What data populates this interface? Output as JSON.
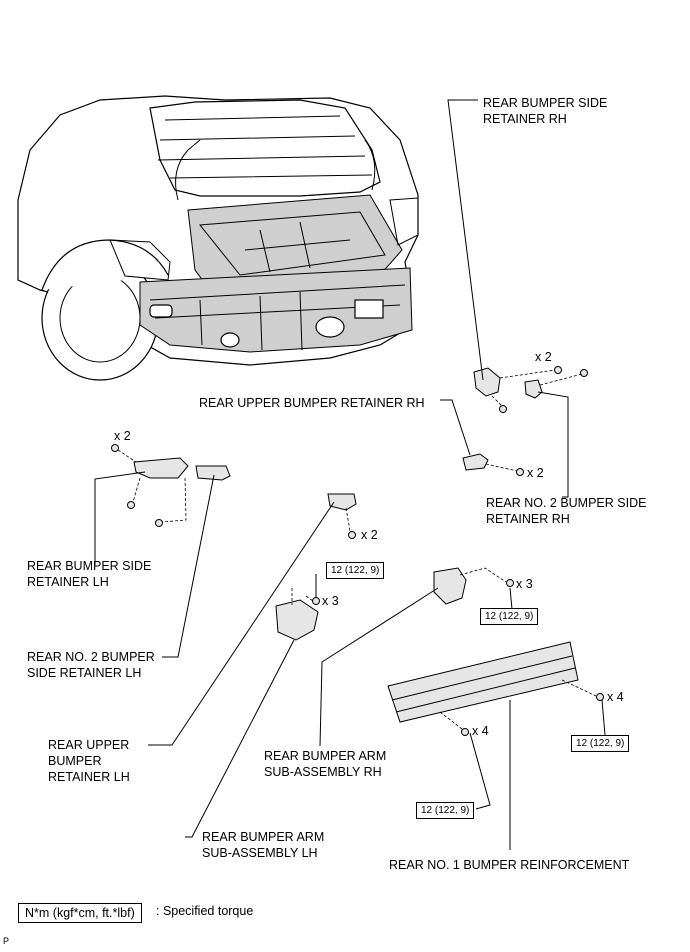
{
  "labels": {
    "side_retainer_rh": [
      "REAR BUMPER SIDE",
      "RETAINER RH"
    ],
    "upper_retainer_rh": "REAR UPPER BUMPER RETAINER RH",
    "no2_side_retainer_rh": [
      "REAR NO. 2 BUMPER SIDE",
      "RETAINER RH"
    ],
    "side_retainer_lh": [
      "REAR BUMPER SIDE",
      "RETAINER LH"
    ],
    "no2_side_retainer_lh": [
      "REAR NO. 2 BUMPER",
      "SIDE RETAINER LH"
    ],
    "upper_retainer_lh": [
      "REAR UPPER",
      "BUMPER",
      "RETAINER LH"
    ],
    "arm_rh": [
      "REAR BUMPER ARM",
      "SUB-ASSEMBLY RH"
    ],
    "arm_lh": [
      "REAR BUMPER ARM",
      "SUB-ASSEMBLY LH"
    ],
    "reinforcement": "REAR NO. 1 BUMPER REINFORCEMENT"
  },
  "quantities": {
    "rh_side_bolts": "x 2",
    "rh_upper_bolts": "x 2",
    "lh_side_bolts": "x 2",
    "lh_upper_bolts": "x 2",
    "arm_lh_bolts": "x 3",
    "arm_rh_bolts": "x 3",
    "reinf_right_bolts": "x 4",
    "reinf_left_bolts": "x 4"
  },
  "torques": {
    "arm_lh": "12 (122, 9)",
    "arm_rh": "12 (122, 9)",
    "reinf_right": "12 (122, 9)",
    "reinf_left": "12 (122, 9)"
  },
  "legend": {
    "box": "N*m (kgf*cm, ft.*lbf)",
    "text": ": Specified torque"
  },
  "corner_mark": "P"
}
